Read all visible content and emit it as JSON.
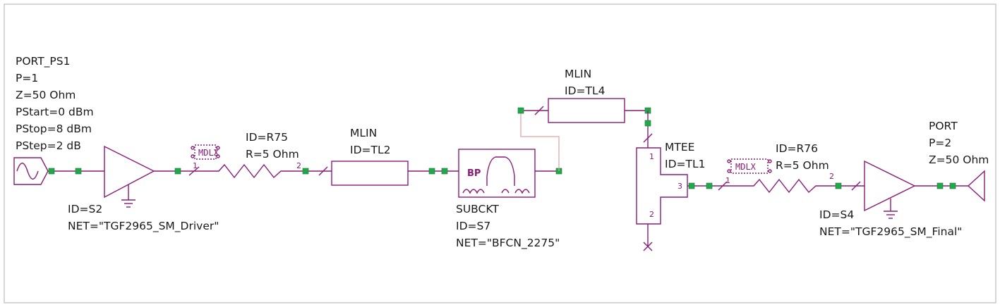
{
  "port_in": {
    "lines": [
      "PORT_PS1",
      "P=1",
      "Z=50 Ohm",
      "PStart=0 dBm",
      "PStop=8 dBm",
      "PStep=2 dB"
    ]
  },
  "amp1": {
    "lines": [
      "ID=S2",
      "NET=\"TGF2965_SM_Driver\""
    ]
  },
  "mdlx1": {
    "label": "MDLX"
  },
  "r75": {
    "lines": [
      "ID=R75",
      "R=5 Ohm"
    ],
    "pin1": "1",
    "pin2": "2"
  },
  "tl2": {
    "lines": [
      "MLIN",
      "ID=TL2"
    ]
  },
  "bp": {
    "label": "BP",
    "lines": [
      "SUBCKT",
      "ID=S7",
      "NET=\"BFCN_2275\""
    ]
  },
  "tl4": {
    "lines": [
      "MLIN",
      "ID=TL4"
    ]
  },
  "tee": {
    "lines": [
      "MTEE",
      "ID=TL1"
    ],
    "pin1": "1",
    "pin2": "2",
    "pin3": "3"
  },
  "mdlx2": {
    "label": "MDLX"
  },
  "r76": {
    "lines": [
      "ID=R76",
      "R=5 Ohm"
    ],
    "pin1": "1",
    "pin2": "2"
  },
  "amp2": {
    "lines": [
      "ID=S4",
      "NET=\"TGF2965_SM_Final\""
    ]
  },
  "port_out": {
    "lines": [
      "PORT",
      "P=2",
      "Z=50 Ohm"
    ]
  },
  "colors": {
    "wire": "#8a1c78",
    "node": "#22a84a",
    "frame": "#c8c8c8"
  }
}
